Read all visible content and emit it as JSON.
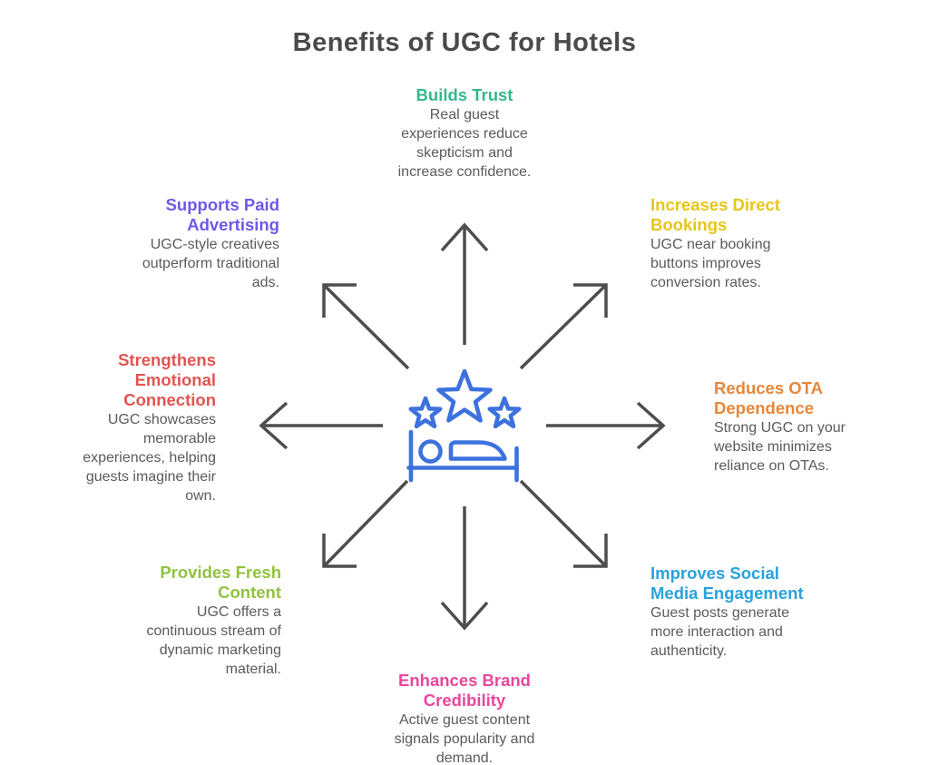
{
  "title": "Benefits of UGC for Hotels",
  "colors": {
    "title": "#4a4a4a",
    "body": "#5b5b5b",
    "arrow": "#4d4d4d",
    "icon": "#3d72de"
  },
  "center": {
    "icon": "hotel-bed-with-three-stars-icon"
  },
  "benefits": [
    {
      "id": "builds-trust",
      "position": "top",
      "color": "#34b98a",
      "title": "Builds Trust",
      "description": "Real guest\nexperiences reduce\nskepticism and\nincrease confidence."
    },
    {
      "id": "increases-direct-bookings",
      "position": "top-right",
      "color": "#e8c51a",
      "title": "Increases Direct\nBookings",
      "description": "UGC near booking\nbuttons improves\nconversion rates."
    },
    {
      "id": "reduces-ota-dependence",
      "position": "right",
      "color": "#e8873a",
      "title": "Reduces OTA\nDependence",
      "description": "Strong UGC on your\nwebsite minimizes\nreliance on OTAs."
    },
    {
      "id": "improves-social-media-engagement",
      "position": "bottom-right",
      "color": "#29a2dc",
      "title": "Improves Social\nMedia Engagement",
      "description": "Guest posts generate\nmore interaction and\nauthenticity."
    },
    {
      "id": "enhances-brand-credibility",
      "position": "bottom",
      "color": "#e9479c",
      "title": "Enhances Brand\nCredibility",
      "description": "Active guest content\nsignals popularity and\ndemand."
    },
    {
      "id": "provides-fresh-content",
      "position": "bottom-left",
      "color": "#90c23e",
      "title": "Provides Fresh\nContent",
      "description": "UGC offers a\ncontinuous stream of\ndynamic marketing\nmaterial."
    },
    {
      "id": "strengthens-emotional-connection",
      "position": "left",
      "color": "#e25451",
      "title": "Strengthens\nEmotional\nConnection",
      "description": "UGC showcases\nmemorable\nexperiences, helping\nguests imagine their\nown."
    },
    {
      "id": "supports-paid-advertising",
      "position": "top-left",
      "color": "#6c59e8",
      "title": "Supports Paid\nAdvertising",
      "description": "UGC-style creatives\noutperform traditional\nads."
    }
  ]
}
